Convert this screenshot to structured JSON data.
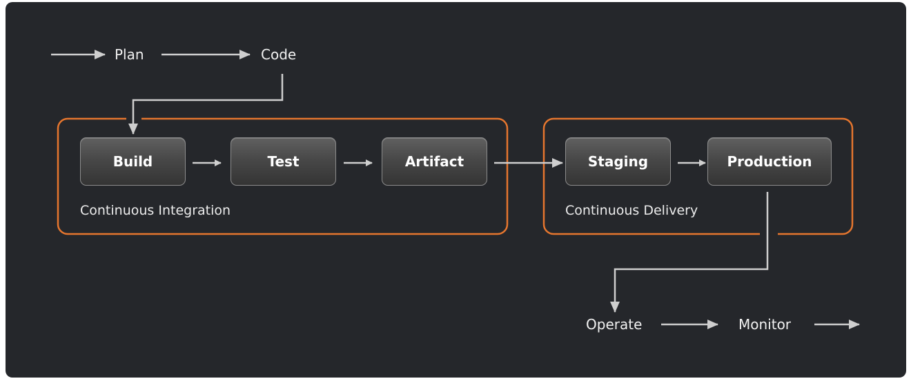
{
  "colors": {
    "background": "#25272b",
    "group_border": "#e6762e",
    "connector": "#cfcfcf",
    "text": "#f1f1f1"
  },
  "flow": {
    "plan": "Plan",
    "code": "Code",
    "operate": "Operate",
    "monitor": "Monitor"
  },
  "ci": {
    "label": "Continuous Integration",
    "nodes": [
      "Build",
      "Test",
      "Artifact"
    ]
  },
  "cd": {
    "label": "Continuous Delivery",
    "nodes": [
      "Staging",
      "Production"
    ]
  }
}
